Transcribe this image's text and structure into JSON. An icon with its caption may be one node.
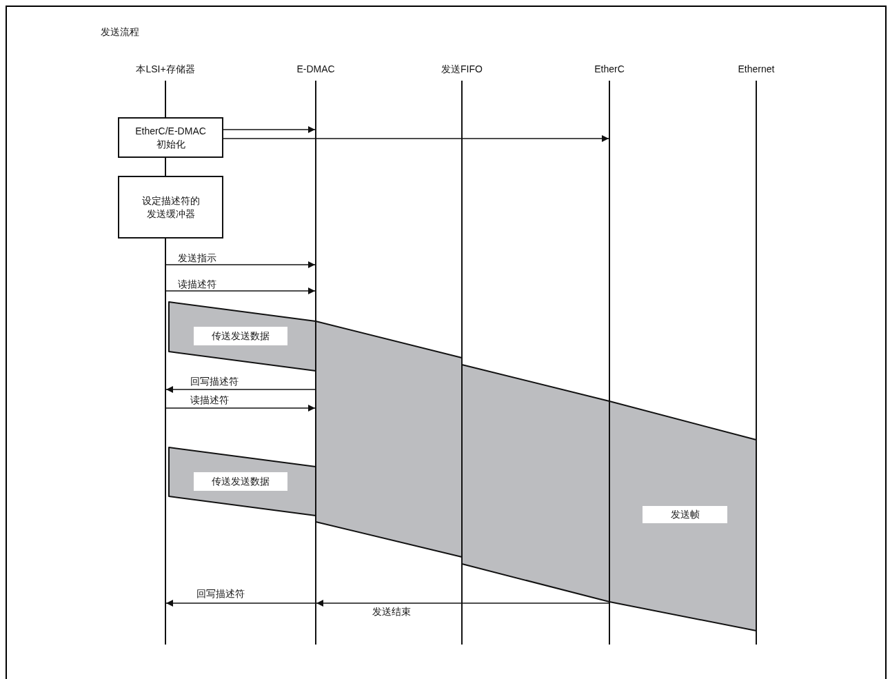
{
  "diagram": {
    "title": "发送流程",
    "nodes": [
      {
        "text": [
          "本LSI+存储器"
        ]
      },
      {
        "text": [
          "E-DMAC"
        ]
      },
      {
        "text": [
          "发送FIFO"
        ]
      },
      {
        "text": [
          "EtherC"
        ]
      },
      {
        "text": [
          "Ethernet"
        ]
      },
      {
        "text": [],
        "shape": "bar"
      },
      {
        "text": [],
        "shape": "bar"
      },
      {
        "text": [],
        "shape": "bar"
      },
      {
        "text": [],
        "shape": "bar"
      },
      {
        "text": [],
        "shape": "bar"
      },
      {
        "text": [
          "EtherC/E-DMAC 初始化"
        ]
      },
      {
        "text": [
          "设定描述符的发送缓冲器"
        ]
      },
      {
        "text": [
          "传送发送数据"
        ]
      },
      {
        "text": [
          "传送发送数据"
        ]
      },
      {
        "text": [
          "发送帧"
        ]
      }
    ],
    "edges": [
      {
        "from": 10,
        "to": 6,
        "arrow": "to"
      },
      {
        "from": 10,
        "to": 8,
        "arrow": "to"
      },
      {
        "from": 5,
        "to": 6,
        "arrow": "to",
        "label": "发送指示"
      },
      {
        "from": 5,
        "to": 6,
        "arrow": "to",
        "label": "读描述符"
      },
      {
        "from": 6,
        "to": 5,
        "arrow": "to",
        "label": "回写描述符"
      },
      {
        "from": 5,
        "to": 6,
        "arrow": "to",
        "label": "读描述符"
      },
      {
        "from": 6,
        "to": 5,
        "arrow": "to",
        "label": "回写描述符"
      },
      {
        "from": 8,
        "to": 6,
        "arrow": "to",
        "label": "发送结束"
      }
    ]
  }
}
